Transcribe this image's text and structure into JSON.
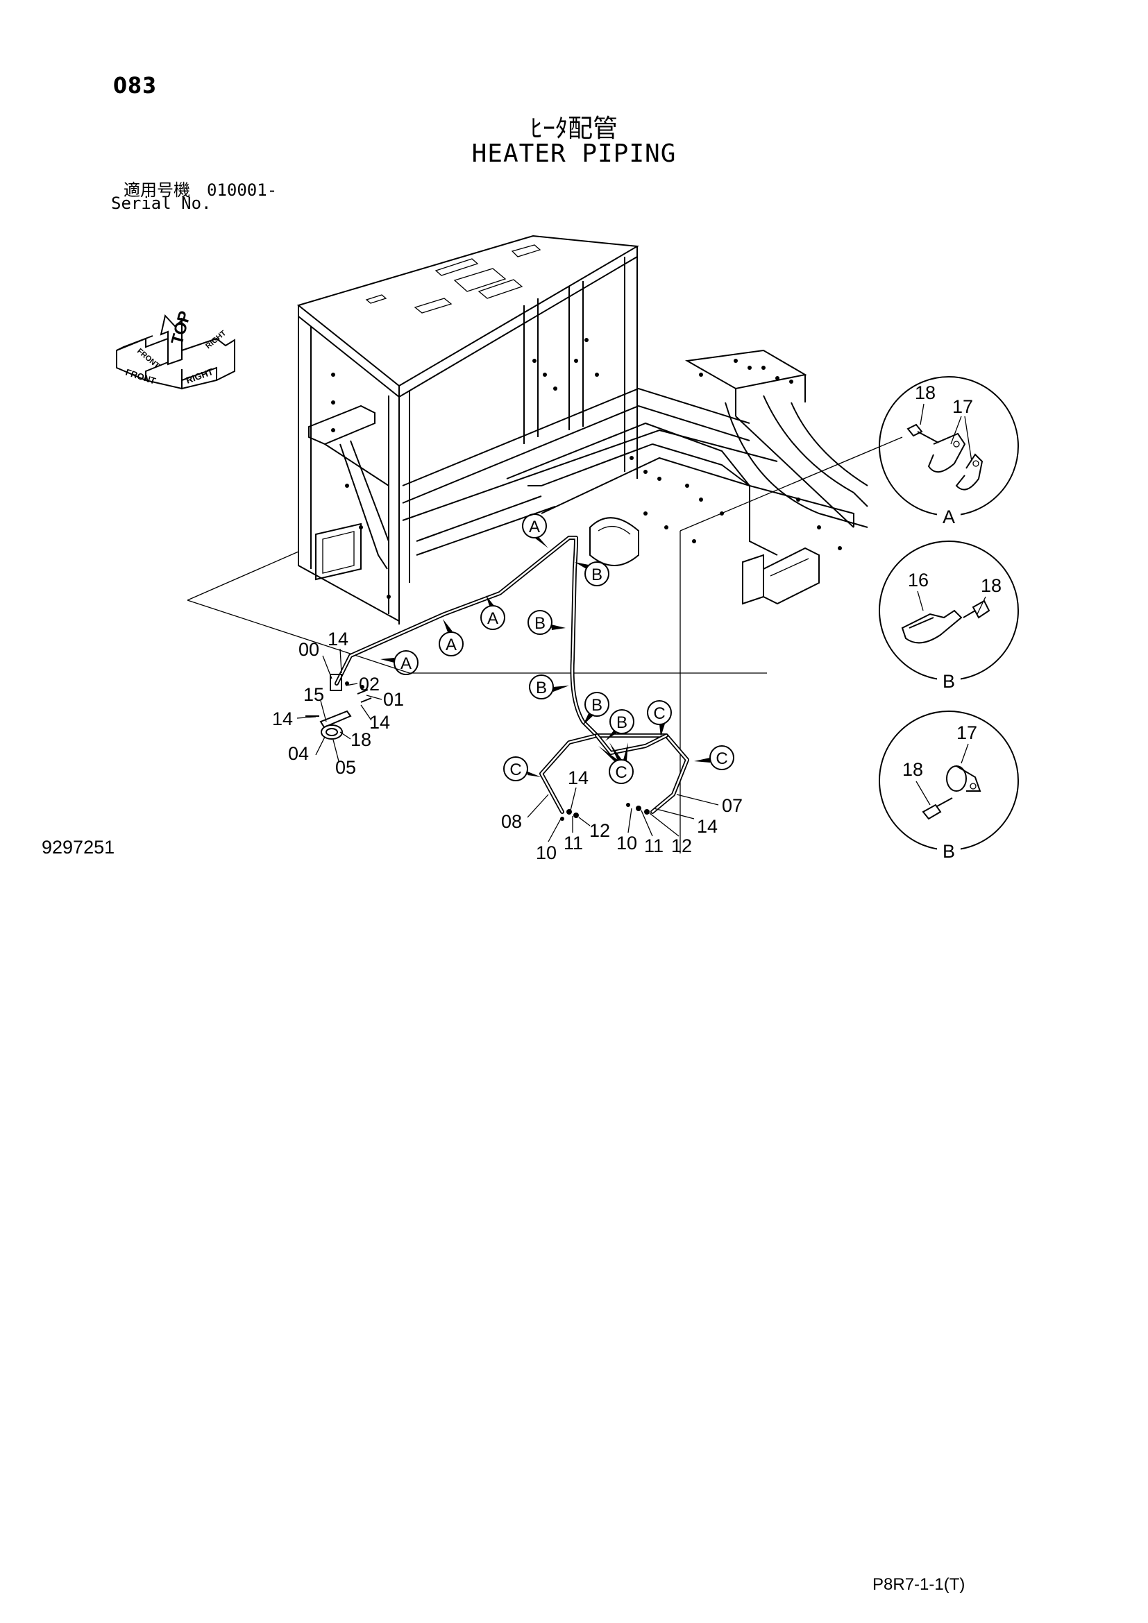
{
  "header": {
    "page_number": "083",
    "title_jp": "ﾋｰﾀ配管",
    "title_en": "HEATER PIPING",
    "serial_jp": "適用号機　010001-",
    "serial_en": "Serial No."
  },
  "direction_indicator": {
    "top": "TOP",
    "front": "FRONT",
    "right": "RIGHT",
    "front_back": "FRONT",
    "right_back": "RIGHT"
  },
  "callouts": {
    "c00": "00",
    "c01": "01",
    "c02": "02",
    "c04": "04",
    "c05": "05",
    "c07": "07",
    "c08": "08",
    "c10a": "10",
    "c10b": "10",
    "c11a": "11",
    "c11b": "11",
    "c12a": "12",
    "c12b": "12",
    "c14a": "14",
    "c14b": "14",
    "c14c": "14",
    "c14d": "14",
    "c14e": "14",
    "c15": "15",
    "c18": "18"
  },
  "clamp_markers": {
    "a1": "A",
    "a2": "A",
    "a3": "A",
    "a4": "A",
    "b1": "B",
    "b2": "B",
    "b3": "B",
    "b4": "B",
    "b5": "B",
    "cc1": "C",
    "cc2": "C",
    "cc3": "C",
    "cc4": "C"
  },
  "details": [
    {
      "name": "A",
      "parts": [
        "18",
        "17"
      ]
    },
    {
      "name": "B",
      "parts": [
        "16",
        "18"
      ]
    },
    {
      "name": "B",
      "parts": [
        "17",
        "18"
      ]
    }
  ],
  "footer": {
    "drawing_number": "9297251",
    "page_code": "P8R7-1-1(T)"
  }
}
